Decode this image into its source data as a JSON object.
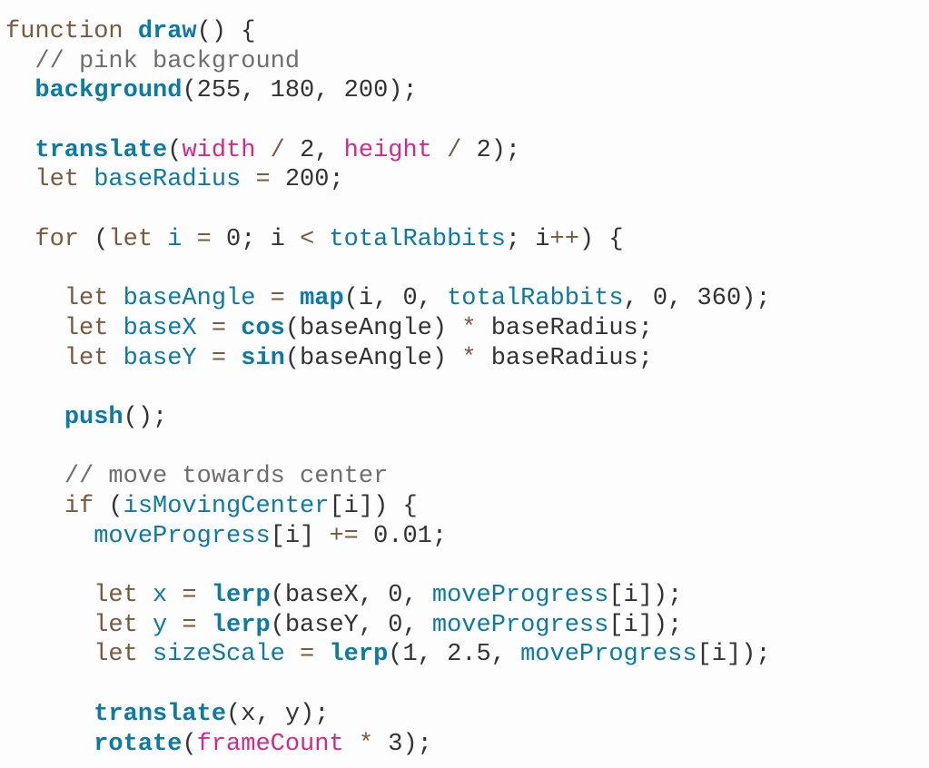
{
  "editor": {
    "colors": {
      "keyword": "#7a5a3c",
      "function": "#0b7aa6",
      "variable": "#0b7aa6",
      "builtin": "#d42a87",
      "comment": "#6e6e6e",
      "text": "#333333"
    },
    "lines": [
      [
        [
          "k",
          "function"
        ],
        [
          "t",
          " "
        ],
        [
          "f",
          "draw"
        ],
        [
          "t",
          "() {"
        ]
      ],
      [
        [
          "t",
          "  "
        ],
        [
          "c",
          "// pink background"
        ]
      ],
      [
        [
          "t",
          "  "
        ],
        [
          "f",
          "background"
        ],
        [
          "t",
          "(255, 180, 200);"
        ]
      ],
      [],
      [
        [
          "t",
          "  "
        ],
        [
          "f",
          "translate"
        ],
        [
          "t",
          "("
        ],
        [
          "p",
          "width"
        ],
        [
          "k",
          " / "
        ],
        [
          "t",
          "2, "
        ],
        [
          "p",
          "height"
        ],
        [
          "k",
          " / "
        ],
        [
          "t",
          "2);"
        ]
      ],
      [
        [
          "t",
          "  "
        ],
        [
          "k",
          "let "
        ],
        [
          "v",
          "baseRadius"
        ],
        [
          "k",
          " = "
        ],
        [
          "t",
          "200;"
        ]
      ],
      [],
      [
        [
          "t",
          "  "
        ],
        [
          "k",
          "for"
        ],
        [
          "t",
          " ("
        ],
        [
          "k",
          "let "
        ],
        [
          "v",
          "i"
        ],
        [
          "k",
          " = "
        ],
        [
          "t",
          "0; i "
        ],
        [
          "k",
          "<"
        ],
        [
          "t",
          " "
        ],
        [
          "v",
          "totalRabbits"
        ],
        [
          "t",
          "; i"
        ],
        [
          "k",
          "++"
        ],
        [
          "t",
          ") {"
        ]
      ],
      [],
      [
        [
          "t",
          "    "
        ],
        [
          "k",
          "let "
        ],
        [
          "v",
          "baseAngle"
        ],
        [
          "k",
          " = "
        ],
        [
          "f",
          "map"
        ],
        [
          "t",
          "(i, 0, "
        ],
        [
          "v",
          "totalRabbits"
        ],
        [
          "t",
          ", 0, 360);"
        ]
      ],
      [
        [
          "t",
          "    "
        ],
        [
          "k",
          "let "
        ],
        [
          "v",
          "baseX"
        ],
        [
          "k",
          " = "
        ],
        [
          "f",
          "cos"
        ],
        [
          "t",
          "(baseAngle) "
        ],
        [
          "k",
          "*"
        ],
        [
          "t",
          " baseRadius;"
        ]
      ],
      [
        [
          "t",
          "    "
        ],
        [
          "k",
          "let "
        ],
        [
          "v",
          "baseY"
        ],
        [
          "k",
          " = "
        ],
        [
          "f",
          "sin"
        ],
        [
          "t",
          "(baseAngle) "
        ],
        [
          "k",
          "*"
        ],
        [
          "t",
          " baseRadius;"
        ]
      ],
      [],
      [
        [
          "t",
          "    "
        ],
        [
          "f",
          "push"
        ],
        [
          "t",
          "();"
        ]
      ],
      [],
      [
        [
          "t",
          "    "
        ],
        [
          "c",
          "// move towards center"
        ]
      ],
      [
        [
          "t",
          "    "
        ],
        [
          "k",
          "if"
        ],
        [
          "t",
          " ("
        ],
        [
          "v",
          "isMovingCenter"
        ],
        [
          "t",
          "[i]) {"
        ]
      ],
      [
        [
          "t",
          "      "
        ],
        [
          "v",
          "moveProgress"
        ],
        [
          "t",
          "[i] "
        ],
        [
          "k",
          "+="
        ],
        [
          "t",
          " 0.01;"
        ]
      ],
      [],
      [
        [
          "t",
          "      "
        ],
        [
          "k",
          "let "
        ],
        [
          "v",
          "x"
        ],
        [
          "k",
          " = "
        ],
        [
          "f",
          "lerp"
        ],
        [
          "t",
          "(baseX, 0, "
        ],
        [
          "v",
          "moveProgress"
        ],
        [
          "t",
          "[i]);"
        ]
      ],
      [
        [
          "t",
          "      "
        ],
        [
          "k",
          "let "
        ],
        [
          "v",
          "y"
        ],
        [
          "k",
          " = "
        ],
        [
          "f",
          "lerp"
        ],
        [
          "t",
          "(baseY, 0, "
        ],
        [
          "v",
          "moveProgress"
        ],
        [
          "t",
          "[i]);"
        ]
      ],
      [
        [
          "t",
          "      "
        ],
        [
          "k",
          "let "
        ],
        [
          "v",
          "sizeScale"
        ],
        [
          "k",
          " = "
        ],
        [
          "f",
          "lerp"
        ],
        [
          "t",
          "(1, 2.5, "
        ],
        [
          "v",
          "moveProgress"
        ],
        [
          "t",
          "[i]);"
        ]
      ],
      [],
      [
        [
          "t",
          "      "
        ],
        [
          "f",
          "translate"
        ],
        [
          "t",
          "(x, y);"
        ]
      ],
      [
        [
          "t",
          "      "
        ],
        [
          "f",
          "rotate"
        ],
        [
          "t",
          "("
        ],
        [
          "p",
          "frameCount"
        ],
        [
          "k",
          " * "
        ],
        [
          "t",
          "3);"
        ]
      ]
    ]
  }
}
